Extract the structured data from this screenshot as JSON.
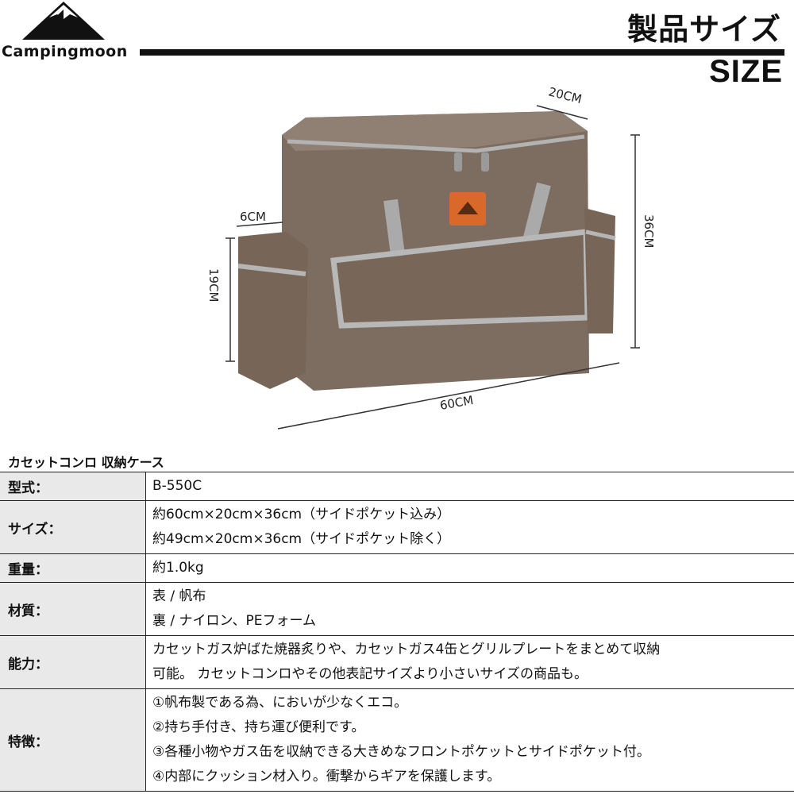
{
  "brand": {
    "name": "Campingmoon"
  },
  "header": {
    "title_jp": "製品サイズ",
    "title_en": "SIZE"
  },
  "dimensions": {
    "depth": "20CM",
    "height": "36CM",
    "pocket_width": "6CM",
    "pocket_height": "19CM",
    "width": "60CM"
  },
  "product_caption": "カセットコンロ 収納ケース",
  "specs": {
    "model_label": "型式：",
    "model_value": "B-550C",
    "size_label": "サイズ：",
    "size_line1": "約60cm×20cm×36cm（サイドポケット込み）",
    "size_line2": "約49cm×20cm×36cm（サイドポケット除く）",
    "weight_label": "重量：",
    "weight_value": "約1.0kg",
    "material_label": "材質：",
    "material_line1": "表 / 帆布",
    "material_line2": "裏 / ナイロン、PEフォーム",
    "capacity_label": "能力：",
    "capacity_line1": "カセットガス炉ばた焼器炙りや、カセットガス4缶とグリルプレートをまとめて収納",
    "capacity_line2": "可能。 カセットコンロやその他表記サイズより小さいサイズの商品も。",
    "features_label": "特徴：",
    "feature1": "①帆布製である為、においが少なくエコ。",
    "feature2": "②持ち手付き、持ち運び便利です。",
    "feature3": "③各種小物やガス缶を収納できる大きめなフロントポケットとサイドポケット付。",
    "feature4": "④内部にクッション材入り。衝撃からギアを保護します。"
  },
  "colors": {
    "bag": "#7a6a5e",
    "trim": "#a9a9a9",
    "tag": "#d8692a"
  }
}
